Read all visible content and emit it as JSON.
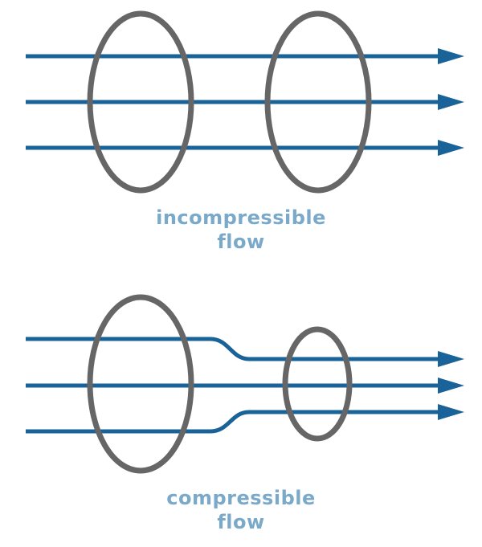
{
  "colors": {
    "flow_line": "#1a6399",
    "control_volume": "#666666",
    "label_text": "#7aa9c9",
    "background": "#ffffff"
  },
  "panels": [
    {
      "id": "incompressible",
      "label_line1": "incompressible",
      "label_line2": "flow",
      "streamlines": 3,
      "control_volumes": 2,
      "description": "parallel streamlines pass through two equal ellipses"
    },
    {
      "id": "compressible",
      "label_line1": "compressible",
      "label_line2": "flow",
      "streamlines": 3,
      "control_volumes": 2,
      "description": "streamlines converge between a large ellipse and a smaller ellipse"
    }
  ],
  "icons": [
    "arrow-right-icon"
  ]
}
